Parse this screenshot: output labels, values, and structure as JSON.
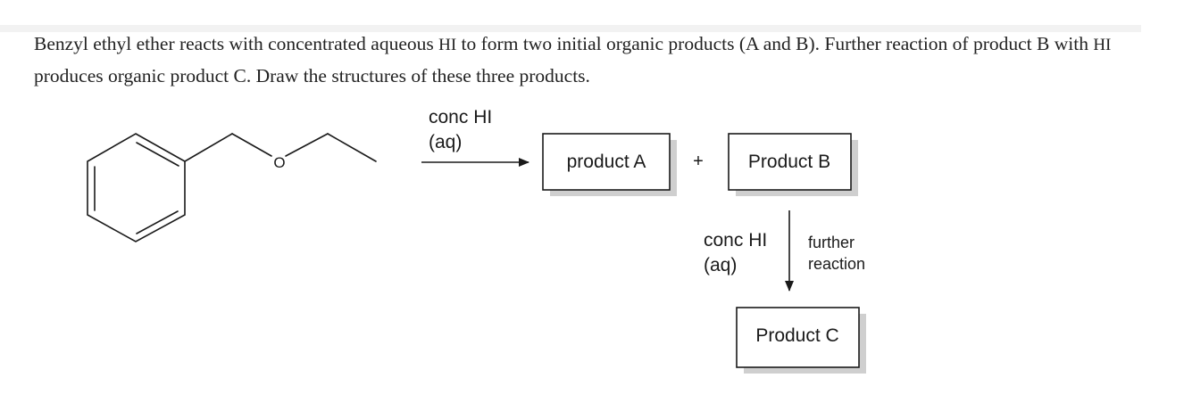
{
  "question": {
    "part1": "Benzyl ethyl ether reacts with concentrated aqueous ",
    "reagent1": "HI",
    "part2": " to form two initial organic products (A and B). Further reaction of product B with ",
    "reagent2": "HI",
    "part3": " produces organic product C. Draw the structures of these three products."
  },
  "scheme": {
    "oxygen_atom": "O",
    "step1": {
      "reagent_line1": "conc HI",
      "reagent_line2": "(aq)"
    },
    "product_a": "product A",
    "plus": "+",
    "product_b": "Product B",
    "step2": {
      "reagent_line1": "conc HI",
      "reagent_line2": "(aq)",
      "note_line1": "further",
      "note_line2": "reaction"
    },
    "product_c": "Product C"
  }
}
